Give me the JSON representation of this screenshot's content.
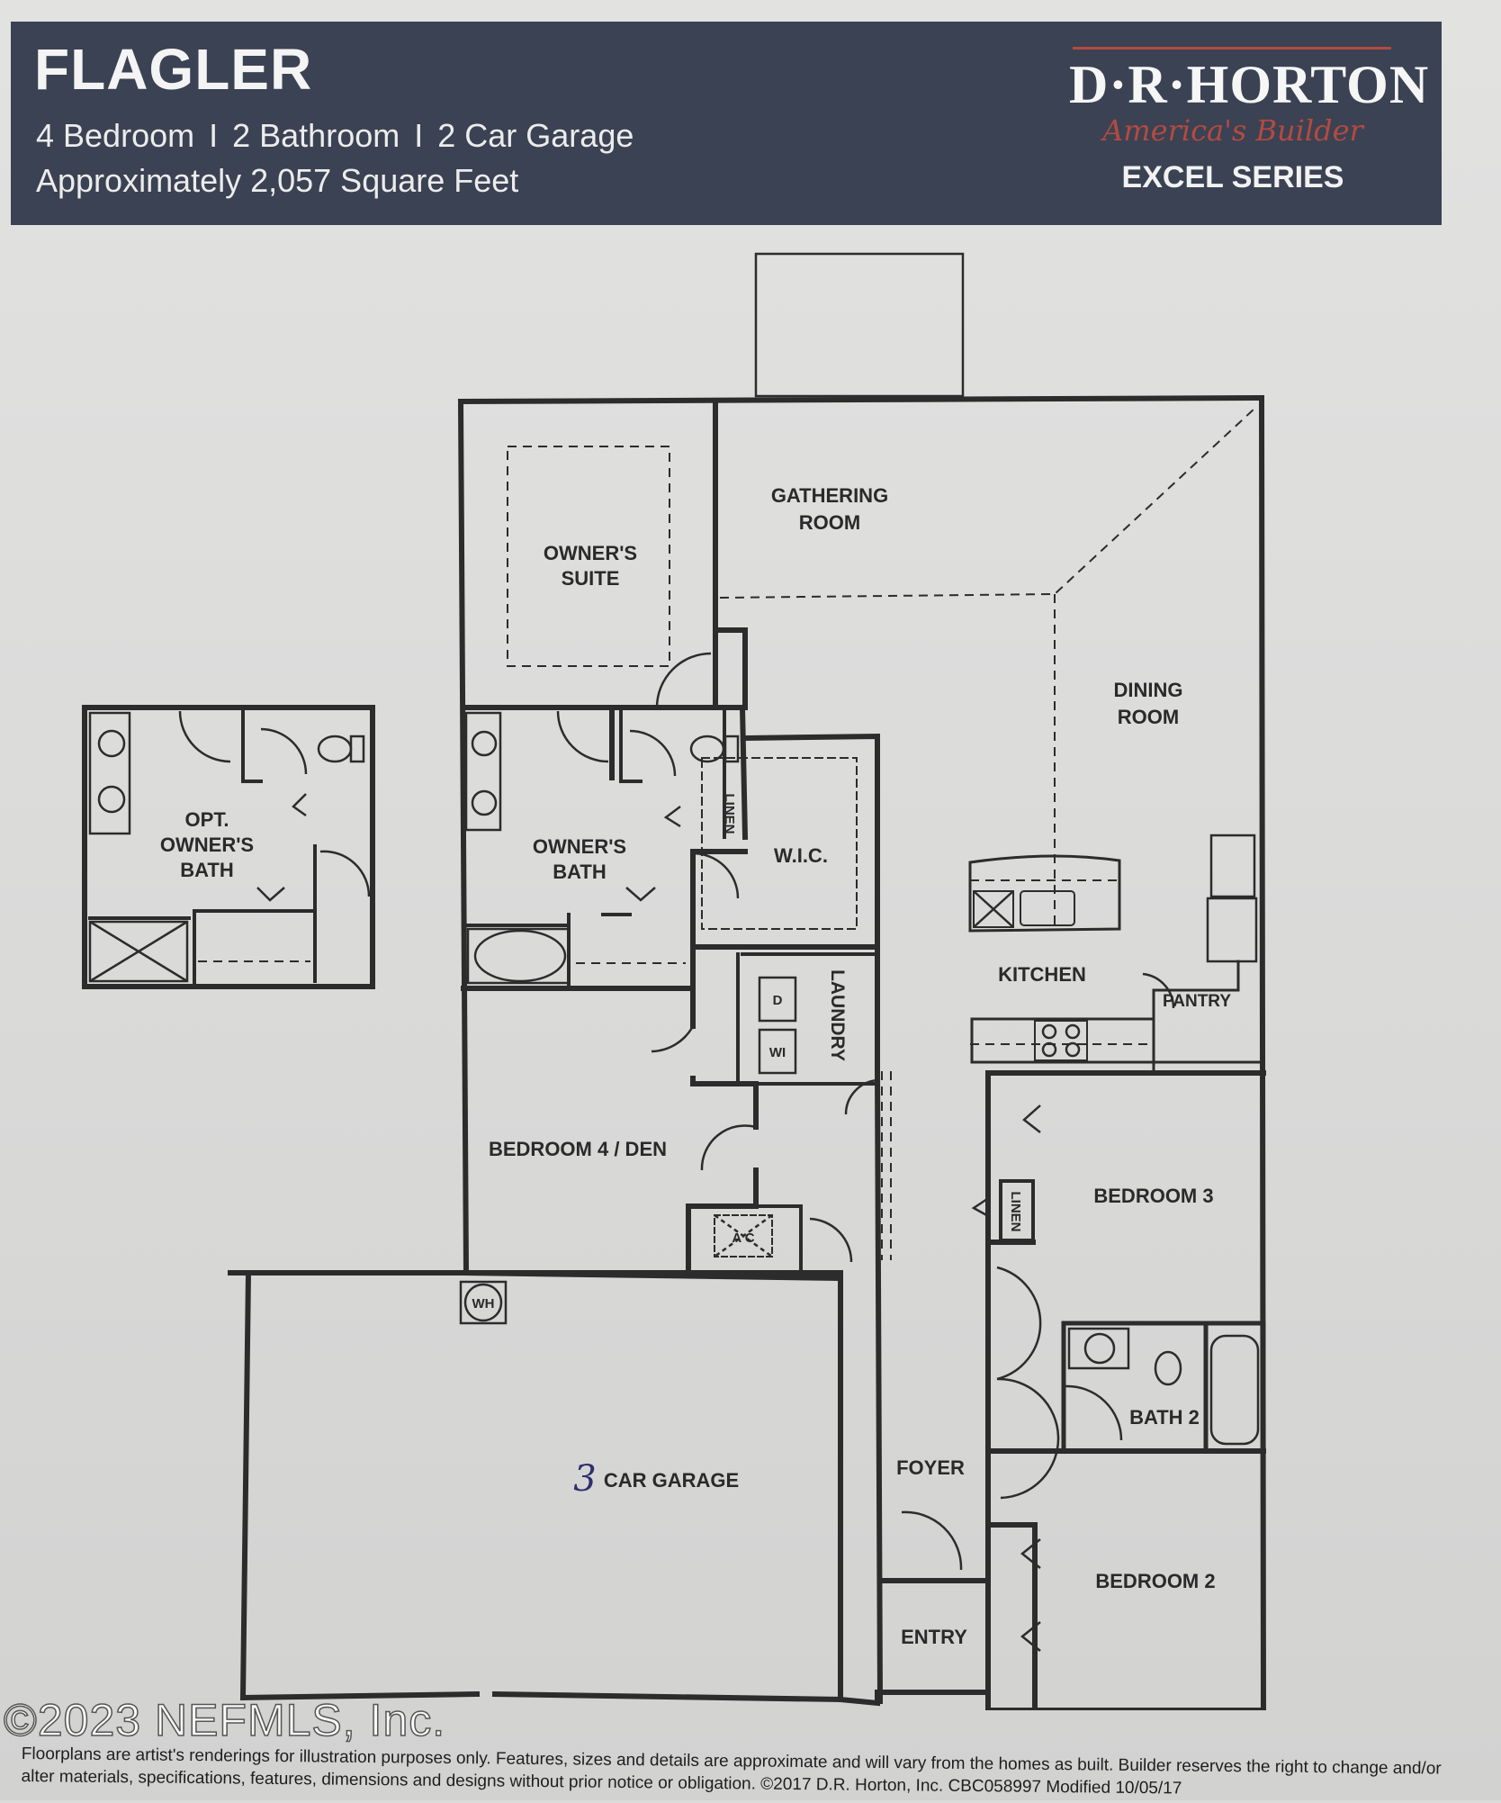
{
  "header": {
    "title": "FLAGLER",
    "specs": [
      "4 Bedroom",
      "2 Bathroom",
      "2 Car Garage"
    ],
    "separator": "I",
    "square_feet": "Approximately 2,057 Square Feet",
    "brand_name": "D·R·HORTON",
    "brand_tagline": "America's Builder",
    "series": "EXCEL SERIES",
    "colors": {
      "header_bg": "#3b4253",
      "brand_accent": "#b44a40"
    }
  },
  "rooms": {
    "gathering_room": [
      "GATHERING",
      "ROOM"
    ],
    "owners_suite": [
      "OWNER'S",
      "SUITE"
    ],
    "dining_room": [
      "DINING",
      "ROOM"
    ],
    "opt_owners_bath": [
      "OPT.",
      "OWNER'S",
      "BATH"
    ],
    "owners_bath": [
      "OWNER'S",
      "BATH"
    ],
    "wic": "W.I.C.",
    "linen": "LINEN",
    "kitchen": "KITCHEN",
    "pantry": "PANTRY",
    "laundry": "LAUNDRY",
    "dryer": "D",
    "washer": "WI",
    "bedroom_4_den": "BEDROOM 4 / DEN",
    "linen_2": "LINEN",
    "bedroom_3": "BEDROOM 3",
    "ac": "A C",
    "wh": "WH",
    "bath_2": "BATH 2",
    "garage_handwritten": "3",
    "garage": "CAR GARAGE",
    "foyer": "FOYER",
    "bedroom_2": "BEDROOM 2",
    "entry": "ENTRY"
  },
  "watermark": "©2023 NEFMLS, Inc.",
  "disclaimer": "Floorplans are artist's renderings for illustration purposes only. Features, sizes and details are approximate and will vary from the homes as built. Builder reserves the right to change and/or alter materials, specifications, features, dimensions and designs without prior notice or obligation. ©2017 D.R. Horton, Inc. CBC058997 Modified 10/05/17"
}
